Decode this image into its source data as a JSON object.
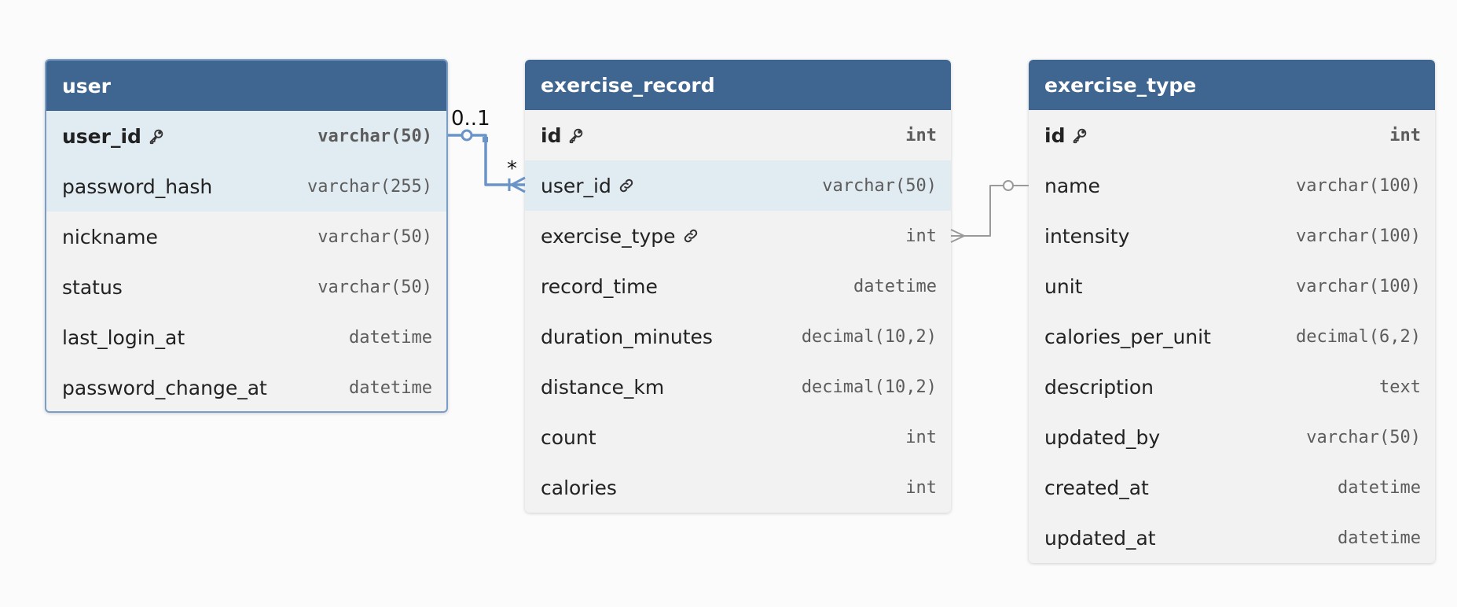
{
  "tables": [
    {
      "id": "user",
      "name": "user",
      "selected": true,
      "fields": [
        {
          "name": "user_id",
          "type": "varchar(50)",
          "pk": true,
          "fk": false,
          "highlight": true
        },
        {
          "name": "password_hash",
          "type": "varchar(255)",
          "pk": false,
          "fk": false,
          "highlight": true
        },
        {
          "name": "nickname",
          "type": "varchar(50)",
          "pk": false,
          "fk": false,
          "highlight": false
        },
        {
          "name": "status",
          "type": "varchar(50)",
          "pk": false,
          "fk": false,
          "highlight": false
        },
        {
          "name": "last_login_at",
          "type": "datetime",
          "pk": false,
          "fk": false,
          "highlight": false
        },
        {
          "name": "password_change_at",
          "type": "datetime",
          "pk": false,
          "fk": false,
          "highlight": false
        }
      ]
    },
    {
      "id": "exercise_record",
      "name": "exercise_record",
      "selected": false,
      "fields": [
        {
          "name": "id",
          "type": "int",
          "pk": true,
          "fk": false,
          "highlight": false
        },
        {
          "name": "user_id",
          "type": "varchar(50)",
          "pk": false,
          "fk": true,
          "highlight": true
        },
        {
          "name": "exercise_type",
          "type": "int",
          "pk": false,
          "fk": true,
          "highlight": false
        },
        {
          "name": "record_time",
          "type": "datetime",
          "pk": false,
          "fk": false,
          "highlight": false
        },
        {
          "name": "duration_minutes",
          "type": "decimal(10,2)",
          "pk": false,
          "fk": false,
          "highlight": false
        },
        {
          "name": "distance_km",
          "type": "decimal(10,2)",
          "pk": false,
          "fk": false,
          "highlight": false
        },
        {
          "name": "count",
          "type": "int",
          "pk": false,
          "fk": false,
          "highlight": false
        },
        {
          "name": "calories",
          "type": "int",
          "pk": false,
          "fk": false,
          "highlight": false
        }
      ]
    },
    {
      "id": "exercise_type",
      "name": "exercise_type",
      "selected": false,
      "fields": [
        {
          "name": "id",
          "type": "int",
          "pk": true,
          "fk": false,
          "highlight": false
        },
        {
          "name": "name",
          "type": "varchar(100)",
          "pk": false,
          "fk": false,
          "highlight": false
        },
        {
          "name": "intensity",
          "type": "varchar(100)",
          "pk": false,
          "fk": false,
          "highlight": false
        },
        {
          "name": "unit",
          "type": "varchar(100)",
          "pk": false,
          "fk": false,
          "highlight": false
        },
        {
          "name": "calories_per_unit",
          "type": "decimal(6,2)",
          "pk": false,
          "fk": false,
          "highlight": false
        },
        {
          "name": "description",
          "type": "text",
          "pk": false,
          "fk": false,
          "highlight": false
        },
        {
          "name": "updated_by",
          "type": "varchar(50)",
          "pk": false,
          "fk": false,
          "highlight": false
        },
        {
          "name": "created_at",
          "type": "datetime",
          "pk": false,
          "fk": false,
          "highlight": false
        },
        {
          "name": "updated_at",
          "type": "datetime",
          "pk": false,
          "fk": false,
          "highlight": false
        }
      ]
    }
  ],
  "relationships": [
    {
      "from": "user.user_id",
      "to": "exercise_record.user_id",
      "from_cardinality": "0..1",
      "to_cardinality": "*",
      "highlighted": true
    },
    {
      "from": "exercise_type.name",
      "to": "exercise_record.exercise_type",
      "from_cardinality": "",
      "to_cardinality": "",
      "highlighted": false
    }
  ],
  "colors": {
    "header": "#3f6690",
    "highlight_row": "#e1ebf2",
    "selected_border": "#7a9ec8",
    "relation_active": "#6a94c8",
    "relation_idle": "#9a9a9a"
  },
  "icons": {
    "primary_key": "key-icon",
    "foreign_key": "link-icon"
  }
}
